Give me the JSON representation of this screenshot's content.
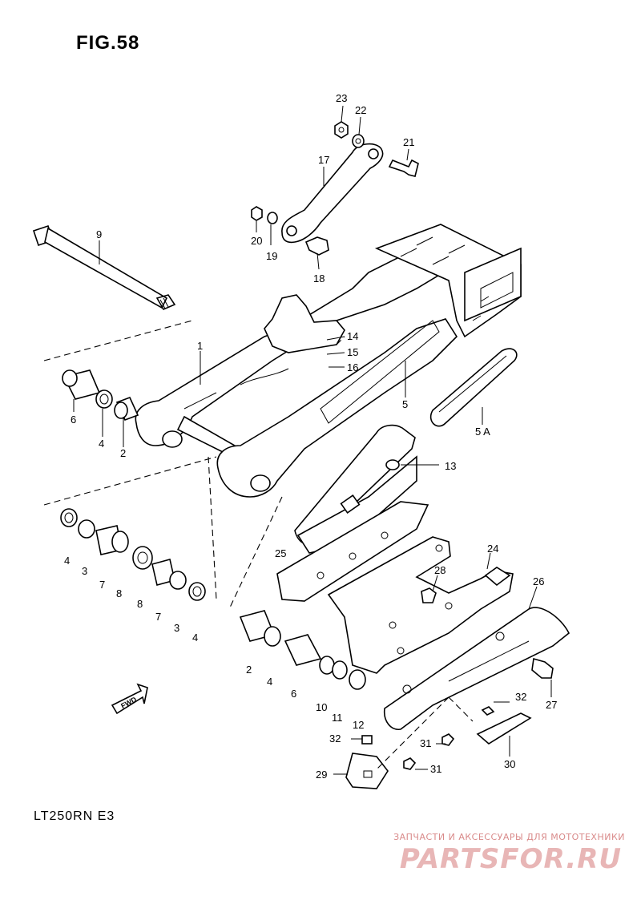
{
  "figure": {
    "title": "FIG.58",
    "model": "LT250RN  E3",
    "fwd_label": "FWD"
  },
  "watermark": {
    "tagline": "ЗАПЧАСТИ И АКСЕССУАРЫ ДЛЯ МОТОТЕХНИКИ",
    "logo": "PARTSFOR.RU"
  },
  "callouts": [
    {
      "num": "23"
    },
    {
      "num": "22"
    },
    {
      "num": "21"
    },
    {
      "num": "17"
    },
    {
      "num": "20"
    },
    {
      "num": "19"
    },
    {
      "num": "18"
    },
    {
      "num": "9"
    },
    {
      "num": "1"
    },
    {
      "num": "14"
    },
    {
      "num": "15"
    },
    {
      "num": "16"
    },
    {
      "num": "5"
    },
    {
      "num": "5 A"
    },
    {
      "num": "6"
    },
    {
      "num": "4"
    },
    {
      "num": "2"
    },
    {
      "num": "13"
    },
    {
      "num": "4"
    },
    {
      "num": "3"
    },
    {
      "num": "7"
    },
    {
      "num": "8"
    },
    {
      "num": "8"
    },
    {
      "num": "7"
    },
    {
      "num": "3"
    },
    {
      "num": "4"
    },
    {
      "num": "25"
    },
    {
      "num": "24"
    },
    {
      "num": "28"
    },
    {
      "num": "26"
    },
    {
      "num": "27"
    },
    {
      "num": "2"
    },
    {
      "num": "4"
    },
    {
      "num": "6"
    },
    {
      "num": "10"
    },
    {
      "num": "11"
    },
    {
      "num": "12"
    },
    {
      "num": "32"
    },
    {
      "num": "32"
    },
    {
      "num": "31"
    },
    {
      "num": "31"
    },
    {
      "num": "29"
    },
    {
      "num": "30"
    }
  ]
}
